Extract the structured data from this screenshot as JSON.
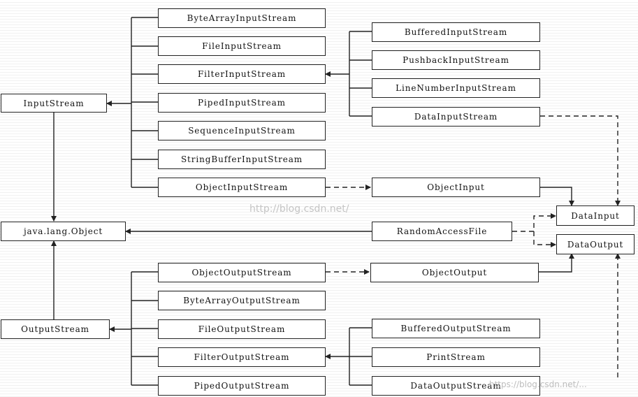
{
  "classes": {
    "input_stream": "InputStream",
    "output_stream": "OutputStream",
    "object": "java.lang.Object",
    "random_access_file": "RandomAccessFile",
    "input_subclasses": [
      "ByteArrayInputStream",
      "FileInputStream",
      "FilterInputStream",
      "PipedInputStream",
      "SequenceInputStream",
      "StringBufferInputStream",
      "ObjectInputStream"
    ],
    "filter_input_subclasses": [
      "BufferedInputStream",
      "PushbackInputStream",
      "LineNumberInputStream",
      "DataInputStream"
    ],
    "output_subclasses": [
      "ObjectOutputStream",
      "ByteArrayOutputStream",
      "FileOutputStream",
      "FilterOutputStream",
      "PipedOutputStream"
    ],
    "filter_output_subclasses": [
      "BufferedOutputStream",
      "PrintStream",
      "DataOutputStream"
    ]
  },
  "interfaces": {
    "object_input": "ObjectInput",
    "object_output": "ObjectOutput",
    "data_input": "DataInput",
    "data_output": "DataOutput"
  },
  "watermarks": {
    "center": "http://blog.csdn.net/",
    "bottom_right": "https://blog.csdn.net/..."
  },
  "colors": {
    "line": "#222222",
    "box_border": "#222222",
    "watermark": "#c4c4c4"
  }
}
